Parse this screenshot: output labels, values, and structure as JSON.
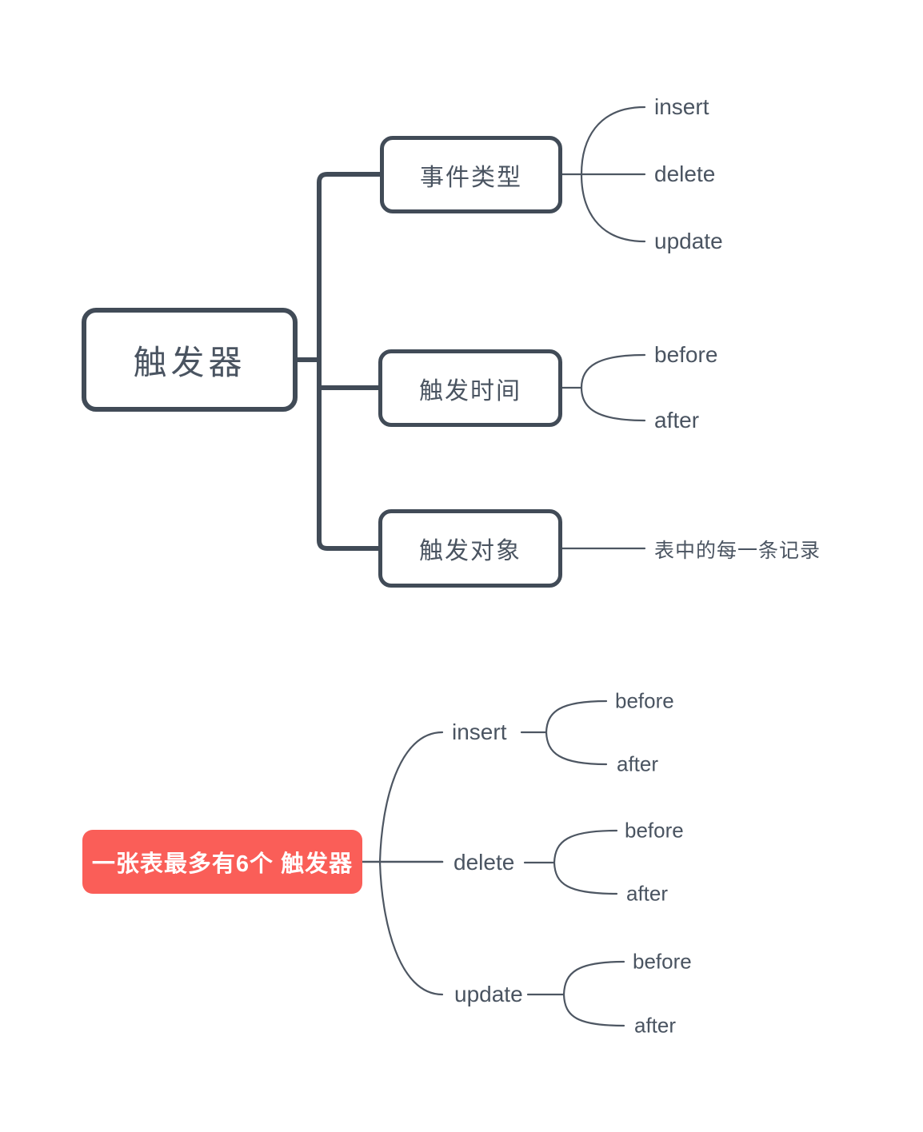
{
  "diagram": {
    "colors": {
      "line_thick": "#414b57",
      "line_thin": "#4d5662",
      "text": "#4a5461",
      "highlight_background": "#fa5e58",
      "highlight_text": "#ffffff",
      "canvas_background": "#ffffff"
    },
    "map1": {
      "root": {
        "label": "触发器"
      },
      "branches": [
        {
          "label": "事件类型",
          "children": [
            "insert",
            "delete",
            "update"
          ]
        },
        {
          "label": "触发时间",
          "children": [
            "before",
            "after"
          ]
        },
        {
          "label": "触发对象",
          "children": [
            "表中的每一条记录"
          ]
        }
      ]
    },
    "map2": {
      "root": {
        "label": "一张表最多有6个 触发器"
      },
      "branches": [
        {
          "label": "insert",
          "children": [
            "before",
            "after"
          ]
        },
        {
          "label": "delete",
          "children": [
            "before",
            "after"
          ]
        },
        {
          "label": "update",
          "children": [
            "before",
            "after"
          ]
        }
      ]
    }
  }
}
